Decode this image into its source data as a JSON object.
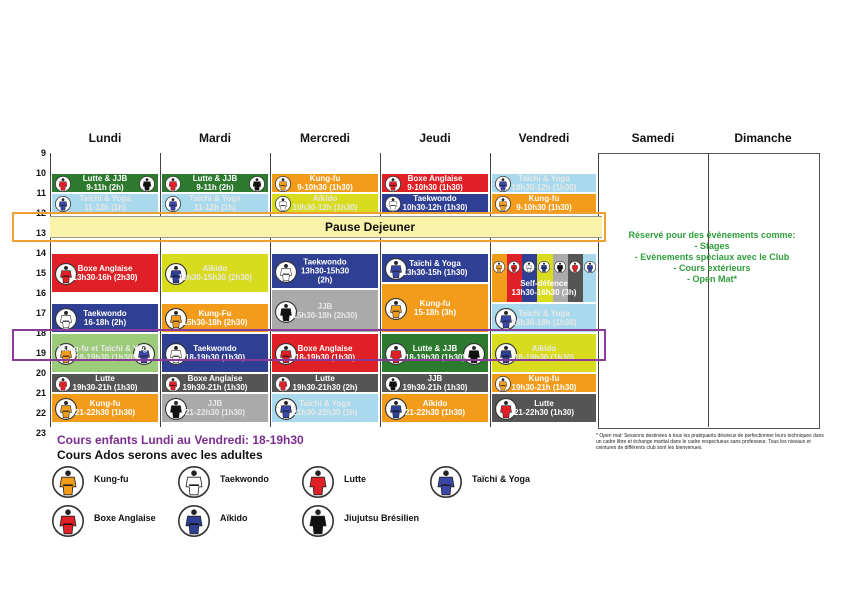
{
  "days": [
    "Lundi",
    "Mardi",
    "Mercredi",
    "Jeudi",
    "Vendredi",
    "Samedi",
    "Dimanche"
  ],
  "hours": [
    "9",
    "10",
    "11",
    "12",
    "13",
    "14",
    "15",
    "16",
    "17",
    "18",
    "19",
    "20",
    "21",
    "22",
    "23"
  ],
  "pause": "Pause Dejeuner",
  "reserve_lines": [
    "Réservé pour des évènements comme:",
    "- Stages",
    "- Evènements spéciaux avec le Club",
    "- Cours extérieurs",
    "- Open Mat*"
  ],
  "kids_note": "Cours enfants Lundi au Vendredi: 18-19h30",
  "ados_note": "Cours Ados serons avec les adultes",
  "open_mat_note": "* Open mat: Sessions destinées à tous les pratiquants désireux de perfectionner leurs techniques dans un cadre libre et échange martial dans le cadre respectueux sans professeur. Tous les niveaux et ceintures de différents club sont les bienvenues.",
  "colors": {
    "kungfu": "#f39c1c",
    "taekwondo": "#2f3f93",
    "lutte": "#555555",
    "taichi": "#a8d9ec",
    "boxe": "#e02027",
    "aikido": "#d9dc1e",
    "jjb": "#aaaaaa",
    "lutte_jjb": "#2d7a2f",
    "kids_taichi": "#9ccc7a",
    "pause": "#f9f3a9",
    "highlight_pause": "#f0a030",
    "highlight_kids": "#8a3b9a",
    "reserve_text": "#2f9e3a",
    "kids_text": "#7b2e8f"
  },
  "legend": [
    {
      "label": "Kung-fu",
      "icon": "kungfu-icon"
    },
    {
      "label": "Taekwondo",
      "icon": "taekwondo-icon"
    },
    {
      "label": "Lutte",
      "icon": "lutte-icon"
    },
    {
      "label": "Taïchi & Yoga",
      "icon": "taichi-icon"
    },
    {
      "label": "Boxe Anglaise",
      "icon": "boxe-icon"
    },
    {
      "label": "Aïkido",
      "icon": "aikido-icon"
    },
    {
      "label": "Jiujutsu Brésilien",
      "icon": "jjb-icon"
    }
  ],
  "classes": [
    {
      "day": 0,
      "start": 10,
      "end": 11,
      "name": "Lutte & JJB",
      "time": "9-11h (2h)",
      "color": "lutte_jjb",
      "icons": [
        "lutte",
        "jjb"
      ]
    },
    {
      "day": 0,
      "start": 11,
      "end": 12,
      "name": "Taïchi & Yoga",
      "time": "11-12h (1h)",
      "color": "taichi",
      "icons": [
        "taichi"
      ]
    },
    {
      "day": 0,
      "start": 14,
      "end": 16,
      "name": "Boxe Anglaise",
      "time": "13h30-16h (2h30)",
      "color": "boxe",
      "icons": [
        "boxe"
      ]
    },
    {
      "day": 0,
      "start": 16.5,
      "end": 18,
      "name": "Taekwondo",
      "time": "16-18h (2h)",
      "color": "taekwondo",
      "icons": [
        "taekwondo"
      ]
    },
    {
      "day": 0,
      "start": 18,
      "end": 20,
      "name": "Kung-fu et Taïchi & Yoga",
      "time": "18-19h30 (1h30)",
      "color": "kids_taichi",
      "icons": [
        "kungfu",
        "taichi"
      ]
    },
    {
      "day": 0,
      "start": 20,
      "end": 21,
      "name": "Lutte",
      "time": "19h30-21h (1h30)",
      "color": "lutte",
      "icons": [
        "lutte"
      ]
    },
    {
      "day": 0,
      "start": 21,
      "end": 22.5,
      "name": "Kung-fu",
      "time": "21-22h30 (1h30)",
      "color": "kungfu",
      "icons": [
        "kungfu"
      ]
    },
    {
      "day": 1,
      "start": 10,
      "end": 11,
      "name": "Lutte & JJB",
      "time": "9-11h (2h)",
      "color": "lutte_jjb",
      "icons": [
        "lutte",
        "jjb"
      ]
    },
    {
      "day": 1,
      "start": 11,
      "end": 12,
      "name": "Taïchi & Yoga",
      "time": "11-12h (1h)",
      "color": "taichi",
      "icons": [
        "taichi"
      ]
    },
    {
      "day": 1,
      "start": 14,
      "end": 16,
      "name": "Aïkido",
      "time": "13h30-15h30 (2h30)",
      "color": "aikido",
      "icons": [
        "aikido"
      ]
    },
    {
      "day": 1,
      "start": 16.5,
      "end": 18,
      "name": "Kung-Fu",
      "time": "15h30-18h (2h30)",
      "color": "kungfu",
      "icons": [
        "kungfu"
      ]
    },
    {
      "day": 1,
      "start": 18,
      "end": 20,
      "name": "Taekwondo",
      "time": "18-19h30 (1h30)",
      "color": "taekwondo",
      "icons": [
        "taekwondo"
      ]
    },
    {
      "day": 1,
      "start": 20,
      "end": 21,
      "name": "Boxe Anglaise",
      "time": "19h30-21h (1h30)",
      "color": "lutte",
      "icons": [
        "boxe"
      ]
    },
    {
      "day": 1,
      "start": 21,
      "end": 22.5,
      "name": "JJB",
      "time": "21-22h30 (1h30)",
      "color": "jjb",
      "icons": [
        "jjb"
      ]
    },
    {
      "day": 2,
      "start": 10,
      "end": 11,
      "name": "Kung-fu",
      "time": "9-10h30 (1h30)",
      "color": "kungfu",
      "icons": [
        "kungfu"
      ]
    },
    {
      "day": 2,
      "start": 11,
      "end": 12,
      "name": "Aïkido",
      "time": "10h30-12h (1h30)",
      "color": "aikido",
      "icons": [
        "taekwondo"
      ]
    },
    {
      "day": 2,
      "start": 14,
      "end": 15.8,
      "name": "Taekwondo",
      "time": "13h30-15h30",
      "time2": "(2h)",
      "color": "taekwondo",
      "icons": [
        "taekwondo"
      ]
    },
    {
      "day": 2,
      "start": 15.8,
      "end": 18,
      "name": "JJB",
      "time": "15h30-18h (2h30)",
      "color": "jjb",
      "icons": [
        "jjb"
      ]
    },
    {
      "day": 2,
      "start": 18,
      "end": 20,
      "name": "Boxe Anglaise",
      "time": "18-19h30 (1h30)",
      "color": "boxe",
      "icons": [
        "boxe"
      ]
    },
    {
      "day": 2,
      "start": 20,
      "end": 21,
      "name": "Lutte",
      "time": "19h30-21h30 (2h)",
      "color": "lutte",
      "icons": [
        "lutte"
      ]
    },
    {
      "day": 2,
      "start": 21,
      "end": 22.5,
      "name": "Taïchi & Yoga",
      "time": "21h30-22h30 (1h)",
      "color": "taichi",
      "icons": [
        "taichi"
      ]
    },
    {
      "day": 3,
      "start": 10,
      "end": 11,
      "name": "Boxe Anglaise",
      "time": "9-10h30 (1h30)",
      "color": "boxe",
      "icons": [
        "boxe"
      ]
    },
    {
      "day": 3,
      "start": 11,
      "end": 12,
      "name": "Taekwondo",
      "time": "10h30-12h (1h30)",
      "color": "taekwondo",
      "icons": [
        "taekwondo"
      ]
    },
    {
      "day": 3,
      "start": 14,
      "end": 15.5,
      "name": "Taïchi & Yoga",
      "time": "13h30-15h (1h30)",
      "color": "taekwondo",
      "icons": [
        "taichi"
      ]
    },
    {
      "day": 3,
      "start": 15.5,
      "end": 18,
      "name": "Kung-fu",
      "time": "15-18h (3h)",
      "color": "kungfu",
      "icons": [
        "kungfu"
      ]
    },
    {
      "day": 3,
      "start": 18,
      "end": 20,
      "name": "Lutte & JJB",
      "time": "18-19h30 (1h30)",
      "color": "lutte_jjb",
      "icons": [
        "lutte",
        "jjb"
      ]
    },
    {
      "day": 3,
      "start": 20,
      "end": 21,
      "name": "JJB",
      "time": "19h30-21h (1h30)",
      "color": "lutte",
      "icons": [
        "jjb"
      ]
    },
    {
      "day": 3,
      "start": 21,
      "end": 22.5,
      "name": "Aïkido",
      "time": "21-22h30 (1h30)",
      "color": "kungfu",
      "icons": [
        "aikido"
      ]
    },
    {
      "day": 4,
      "start": 10,
      "end": 11,
      "name": "Taïchi & Yoga",
      "time": "10h30-12h (1h30)",
      "color": "taichi",
      "icons": [
        "taichi"
      ]
    },
    {
      "day": 4,
      "start": 11,
      "end": 12,
      "name": "Kung-fu",
      "time": "9-10h30 (1h30)",
      "color": "kungfu",
      "icons": [
        "kungfu"
      ]
    },
    {
      "day": 4,
      "start": 14,
      "end": 16.5,
      "name": "Self-défence",
      "time": "13h30-16h30 (3h)",
      "color": "multi",
      "icons": [
        "kungfu",
        "boxe",
        "taekwondo",
        "aikido",
        "jjb",
        "lutte",
        "taichi"
      ]
    },
    {
      "day": 4,
      "start": 16.5,
      "end": 18,
      "name": "Taïchi & Yoga",
      "time": "16h30-18h (1h30)",
      "color": "taichi",
      "icons": [
        "taichi"
      ]
    },
    {
      "day": 4,
      "start": 18,
      "end": 20,
      "name": "Aïkido",
      "time": "18-19h30 (1h30)",
      "color": "aikido",
      "icons": [
        "aikido"
      ]
    },
    {
      "day": 4,
      "start": 20,
      "end": 21,
      "name": "Kung-fu",
      "time": "19h30-21h (1h30)",
      "color": "kungfu",
      "icons": [
        "kungfu"
      ]
    },
    {
      "day": 4,
      "start": 21,
      "end": 22.5,
      "name": "Lutte",
      "time": "21-22h30 (1h30)",
      "color": "lutte",
      "icons": [
        "lutte"
      ]
    }
  ]
}
